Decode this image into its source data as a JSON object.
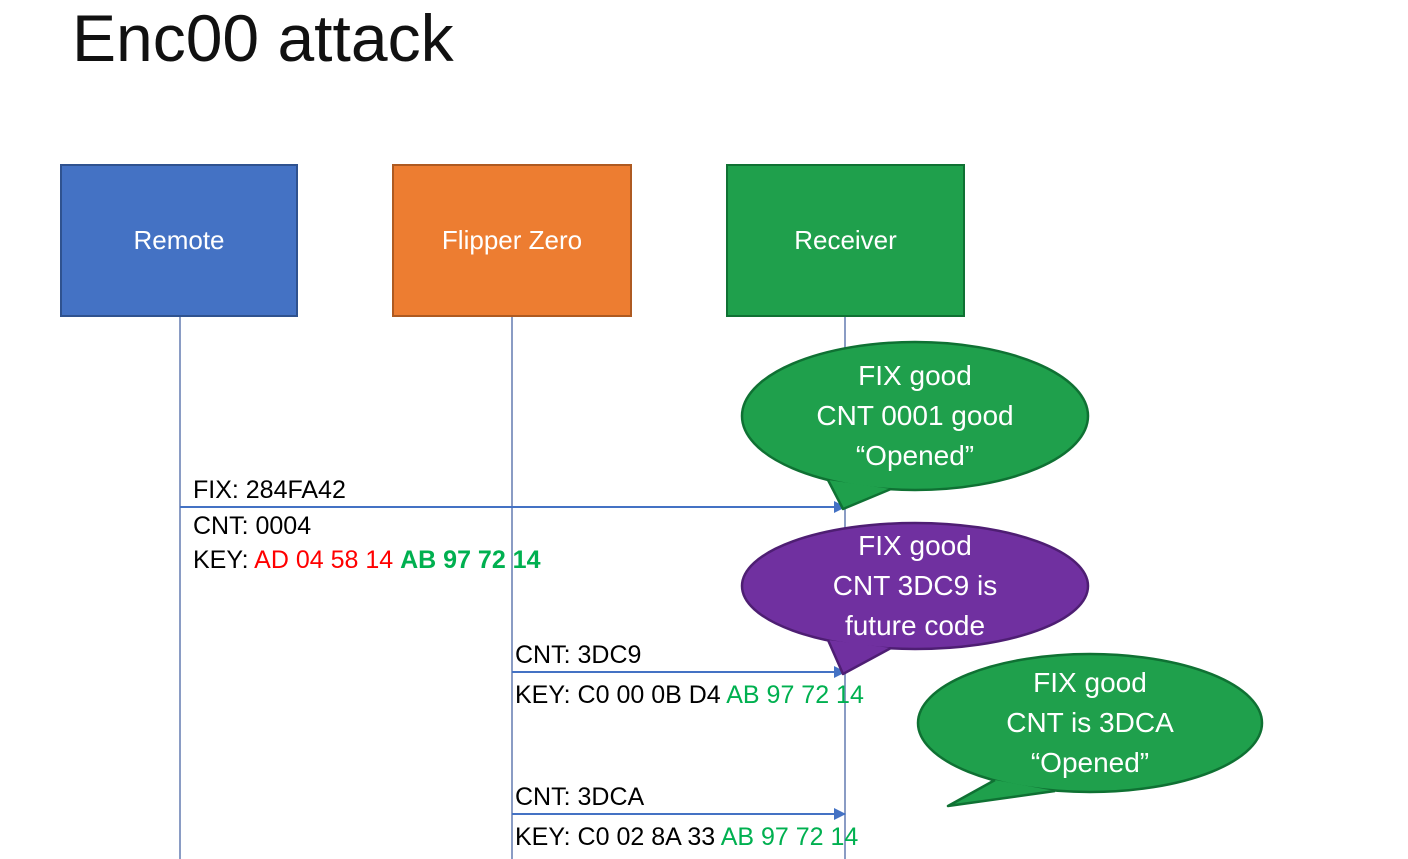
{
  "slide": {
    "title": "Enc00 attack"
  },
  "actors": [
    {
      "label": "Remote",
      "fill": "#4472C4",
      "stroke": "#2F528F"
    },
    {
      "label": "Flipper Zero",
      "fill": "#ED7D31",
      "stroke": "#AE5A21"
    },
    {
      "label": "Receiver",
      "fill": "#1FA04C",
      "stroke": "#0F7133"
    }
  ],
  "messages": [
    {
      "from": "Remote",
      "to": "Receiver",
      "above": "FIX: 284FA42",
      "below": "CNT: 0004",
      "key_prefix": "KEY: ",
      "key_red": "AD 04 58 14 ",
      "key_green": "AB 97 72 14"
    },
    {
      "from": "Flipper Zero",
      "to": "Receiver",
      "above": "CNT: 3DC9",
      "key_prefix": "KEY: C0 00 0B D4 ",
      "key_red": "",
      "key_green": "AB 97 72 14"
    },
    {
      "from": "Flipper Zero",
      "to": "Receiver",
      "above": "CNT: 3DCA",
      "key_prefix": "KEY: C0 02 8A 33 ",
      "key_red": "",
      "key_green": "AB 97 72 14"
    }
  ],
  "callouts": [
    {
      "lines": [
        "FIX good",
        "CNT 0001 good",
        "“Opened”"
      ],
      "fill": "#1FA04C",
      "stroke": "#0F7133"
    },
    {
      "lines": [
        "FIX good",
        "CNT 3DC9 is",
        "future code"
      ],
      "fill": "#7030A0",
      "stroke": "#4E1E73"
    },
    {
      "lines": [
        "FIX good",
        "CNT is 3DCA",
        "“Opened”"
      ],
      "fill": "#1FA04C",
      "stroke": "#0F7133"
    }
  ],
  "palette": {
    "arrow": "#4472C4",
    "lifeline": "#8A9CC4",
    "key_red": "#FF0000",
    "key_green": "#00B050",
    "text": "#000000",
    "background": "#FFFFFF"
  }
}
